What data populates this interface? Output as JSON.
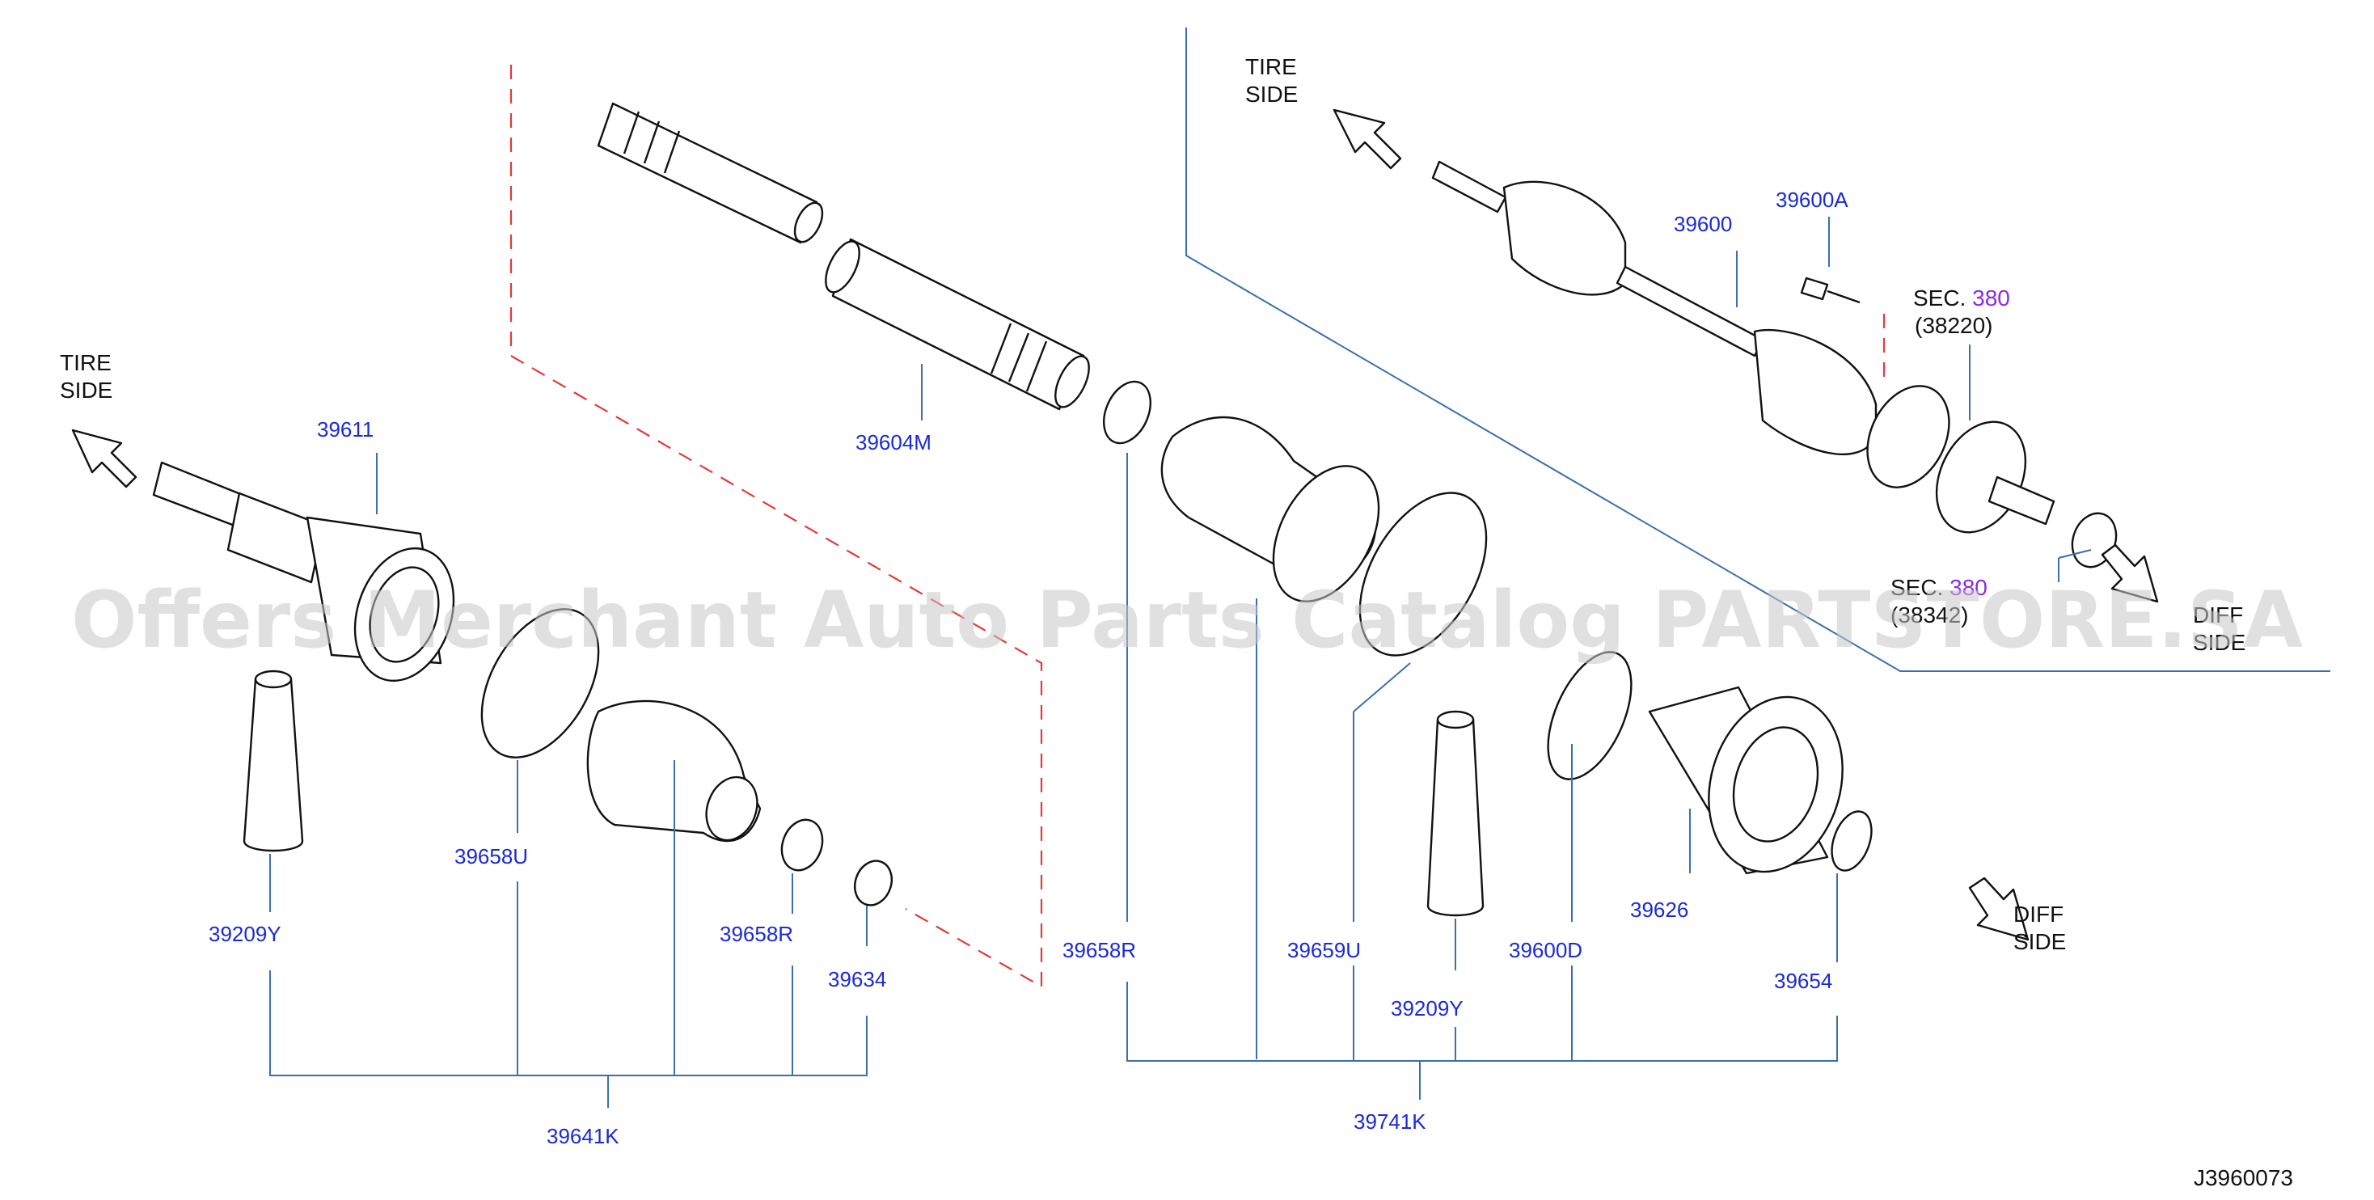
{
  "diagram": {
    "colors": {
      "part_number": "#1a2ad8",
      "leader": "#3b6fb0",
      "section_link": "#8a2be2",
      "ink": "#111111",
      "phantom": "#e23a3a",
      "watermark": "#c8c8c8"
    },
    "watermark": "Offers Merchant Auto Parts Catalog PARTSTORE.SA",
    "diagram_code": "J3960073",
    "direction_labels": {
      "tire_left": {
        "line1": "TIRE",
        "line2": "SIDE"
      },
      "tire_top": {
        "line1": "TIRE",
        "line2": "SIDE"
      },
      "diff_bottom": {
        "line1": "DIFF",
        "line2": "SIDE"
      },
      "diff_top": {
        "line1": "DIFF",
        "line2": "SIDE"
      }
    },
    "sections": {
      "sec380": {
        "prefix": "SEC.",
        "number": "380",
        "sub": "(38220)"
      },
      "sec2": {
        "prefix": "SEC.",
        "number": "380",
        "sub": "(38342)"
      }
    },
    "parts": {
      "p39611": "39611",
      "p39604M": "39604M",
      "p39209Y_left": "39209Y",
      "p39658U": "39658U",
      "p39658R_left": "39658R",
      "p39634": "39634",
      "p39641K": "39641K",
      "p39658R_mid": "39658R",
      "p39659U": "39659U",
      "p39209Y_mid": "39209Y",
      "p39600D": "39600D",
      "p39626": "39626",
      "p39654": "39654",
      "p39741K": "39741K",
      "p39600": "39600",
      "p39600A": "39600A"
    }
  }
}
